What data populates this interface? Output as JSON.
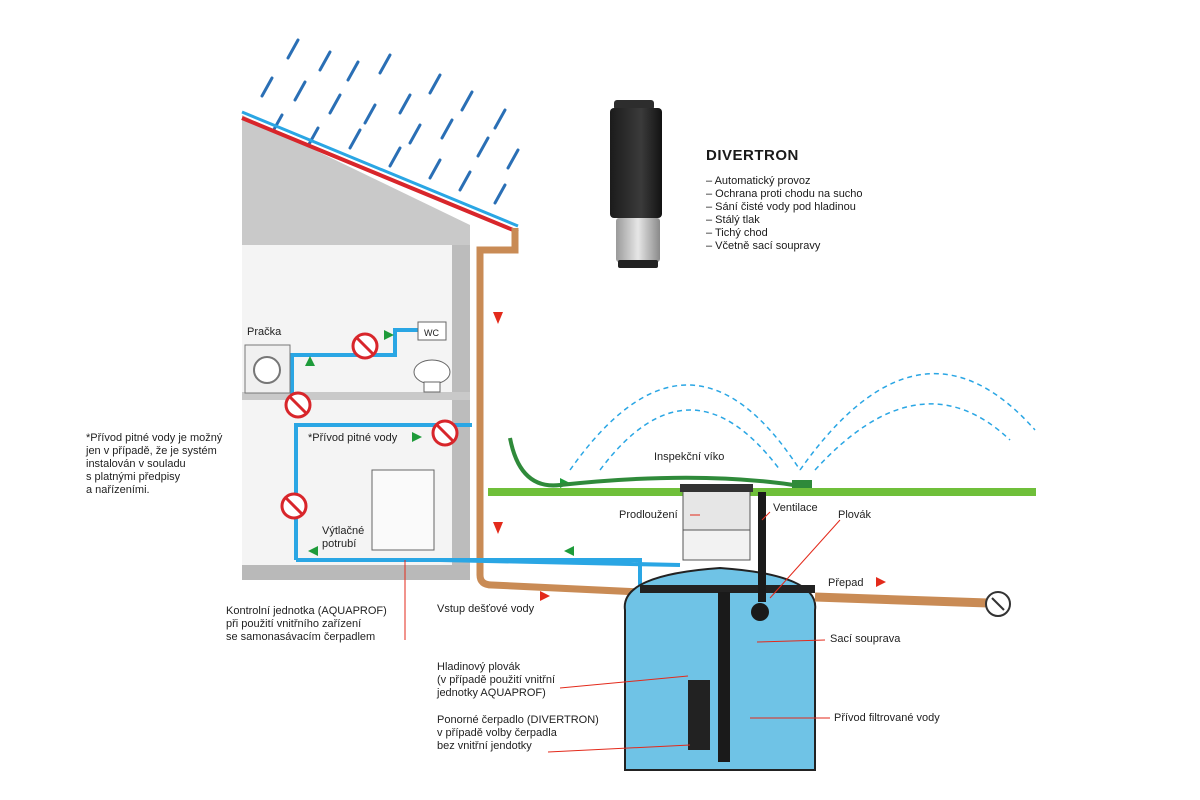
{
  "product": {
    "title": "DIVERTRON",
    "features": [
      "– Automatický provoz",
      "– Ochrana proti chodu na sucho",
      "– Sání čisté vody pod hladinou",
      "– Stálý tlak",
      "– Tichý chod",
      "– Včetně sací soupravy"
    ]
  },
  "labels": {
    "pracka": "Pračka",
    "wc": "WC",
    "privod_pitne": "*Přívod pitné vody",
    "note": "*Přívod pitné vody je možný\njen v případě, že je systém\ninstalován v souladu\ns platnými předpisy\na nařízeními.",
    "vytlacne": "Výtlačné\npotrubí",
    "kontrolni": "Kontrolní jednotka (AQUAPROF)\npři použití vnitřního zařízení\nse samonasávacím čerpadlem",
    "vstup": "Vstup dešťové vody",
    "hladinovy": "Hladinový plovák\n(v případě použití vnitřní\njednotky AQUAPROF)",
    "ponorne": "Ponorné čerpadlo (DIVERTRON)\nv případě volby čerpadla\nbez vnitřní jendotky",
    "inspekcni": "Inspekční víko",
    "prodlouzeni": "Prodloužení",
    "ventilace": "Ventilace",
    "plovak": "Plovák",
    "prepad": "Přepad",
    "saci": "Sací souprava",
    "privod_filtr": "Přívod filtrované vody"
  },
  "colors": {
    "roof_red": "#d8262b",
    "pipe_blue": "#2aa6e4",
    "pipe_brown": "#c98b55",
    "wall_gray": "#c9c9c9",
    "grass_green": "#6fbf3a",
    "water": "#6fc3e6",
    "arrow_red": "#e32a1b",
    "arrow_green": "#1e9b3a",
    "rain_blue": "#2a6fb5"
  }
}
